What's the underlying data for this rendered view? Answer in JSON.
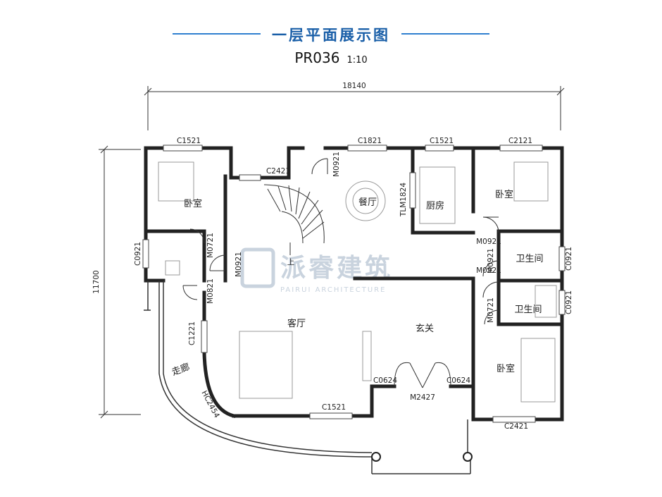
{
  "header": {
    "title": "一层平面展示图",
    "code": "PR036",
    "scale": "1:10"
  },
  "dimensions": {
    "width": "18140",
    "height": "11700"
  },
  "rooms": {
    "bedroom_nw": "卧室",
    "dining": "餐厅",
    "kitchen": "厨房",
    "bedroom_ne": "卧室",
    "bath_1": "卫生间",
    "bath_2": "卫生间",
    "living": "客厅",
    "foyer": "玄关",
    "bedroom_se": "卧室",
    "corridor": "走廊",
    "stair_up": "上"
  },
  "openings": {
    "c1521_top": "C1521",
    "c2421_top": "C2421",
    "m0921_stair": "M0921",
    "c1821": "C1821",
    "c1521_kitchen": "C1521",
    "c2121": "C2121",
    "tlm1824": "TLM1824",
    "c0921_left": "C0921",
    "m0721_left": "M0721",
    "m0921_left": "M0921",
    "m0821": "M0821",
    "c1221": "C1221",
    "hc2454": "HC2454",
    "c1521_bottom": "C1521",
    "c0624_left": "C0624",
    "c0624_right": "C0624",
    "m2427": "M2427",
    "m0921_bed": "M0921",
    "m0921_bath1": "M0921",
    "m0921_bath2": "M0921",
    "c0921_bath1": "C0921",
    "m0721_bath2": "M0721",
    "c0921_bath2": "C0921",
    "c2421_bottom": "C2421"
  },
  "watermark": {
    "cn": "派睿建筑",
    "en": "PAIRUI ARCHITECTURE"
  },
  "colors": {
    "accent": "#2f7fd0",
    "wall": "#222222",
    "watermark": "#c9d3de"
  }
}
